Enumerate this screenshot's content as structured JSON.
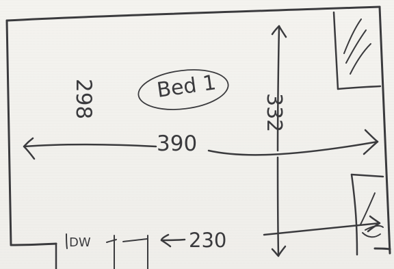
{
  "sketch": {
    "room_label": "Bed 1",
    "dimensions": {
      "width": "390",
      "depth": "298",
      "right_span": "332",
      "bottom_span": "230"
    },
    "notes": {
      "bottom_left": "DW"
    },
    "ink_color": "#3a3a3d",
    "paper_color": "#f1f0ec"
  }
}
